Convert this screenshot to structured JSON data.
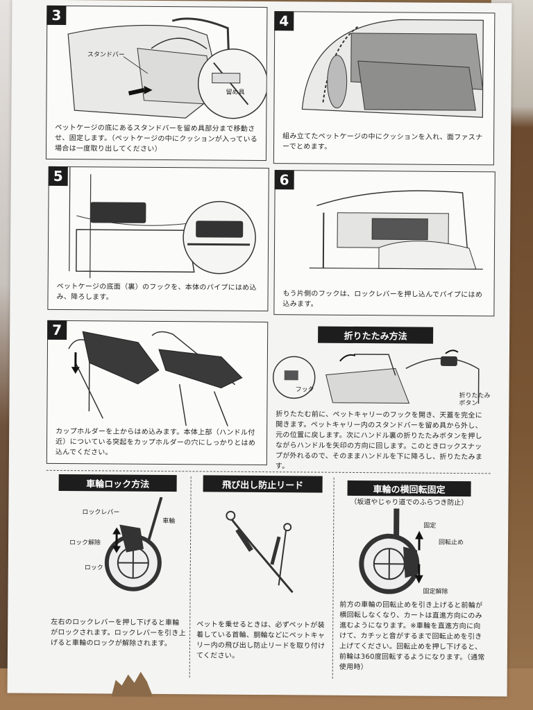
{
  "steps": [
    {
      "number": "3",
      "caption": "ペットケージの底にあるスタンドバーを留め具部分まで移動させ、固定します。（ペットケージの中にクッションが入っている場合は一度取り出してください）",
      "labels": {
        "stand_bar": "スタンドバー",
        "fastener": "留め具"
      }
    },
    {
      "number": "4",
      "caption": "組み立てたペットケージの中にクッションを入れ、面ファスナーでとめます。"
    },
    {
      "number": "5",
      "caption": "ペットケージの底面（裏）のフックを、本体のパイプにはめ込み、降ろします。"
    },
    {
      "number": "6",
      "caption": "もう片側のフックは、ロックレバーを押し込んでパイプにはめ込みます。"
    },
    {
      "number": "7",
      "caption": "カップホルダーを上からはめ込みます。本体上部（ハンドル付近）についている突起をカップホルダーの穴にしっかりとはめ込んでください。"
    }
  ],
  "folding": {
    "title": "折りたたみ方法",
    "labels": {
      "hook": "フック",
      "fold_button": "折りたたみボタン"
    },
    "caption": "折りたたむ前に、ペットキャリーのフックを開き、天蓋を完全に開きます。ペットキャリー内のスタンドバーを留め具から外し、元の位置に戻します。次にハンドル裏の折りたたみボタンを押しながらハンドルを矢印の方向に回します。このときロックスナップが外れるので、そのままハンドルを下に降ろし、折りたたみます。"
  },
  "wheel_lock": {
    "title": "車輪ロック方法",
    "labels": {
      "lock_lever": "ロックレバー",
      "wheel": "車輪",
      "unlock": "ロック解除",
      "lock": "ロック"
    },
    "caption": "左右のロックレバーを押し下げると車輪がロックされます。ロックレバーを引き上げると車輪のロックが解除されます。"
  },
  "leash": {
    "title": "飛び出し防止リード",
    "caption": "ペットを乗せるときは、必ずペットが装着している首輪、胴輪などにペットキャリー内の飛び出し防止リードを取り付けてください。"
  },
  "swivel": {
    "title": "車輪の横回転固定",
    "subtitle": "（坂道やじゃり道でのふらつき防止）",
    "labels": {
      "fixed": "固定",
      "swivel_stop": "回転止め",
      "release": "固定解除"
    },
    "caption": "前方の車輪の回転止めを引き上げると前輪が横回転しなくなり、カートは直進方向にのみ進むようになります。※車輪を直進方向に向けて、カチッと音がするまで回転止めを引き上げてください。回転止めを押し下げると、前輪は360度回転するようになります。（通常使用時）"
  }
}
